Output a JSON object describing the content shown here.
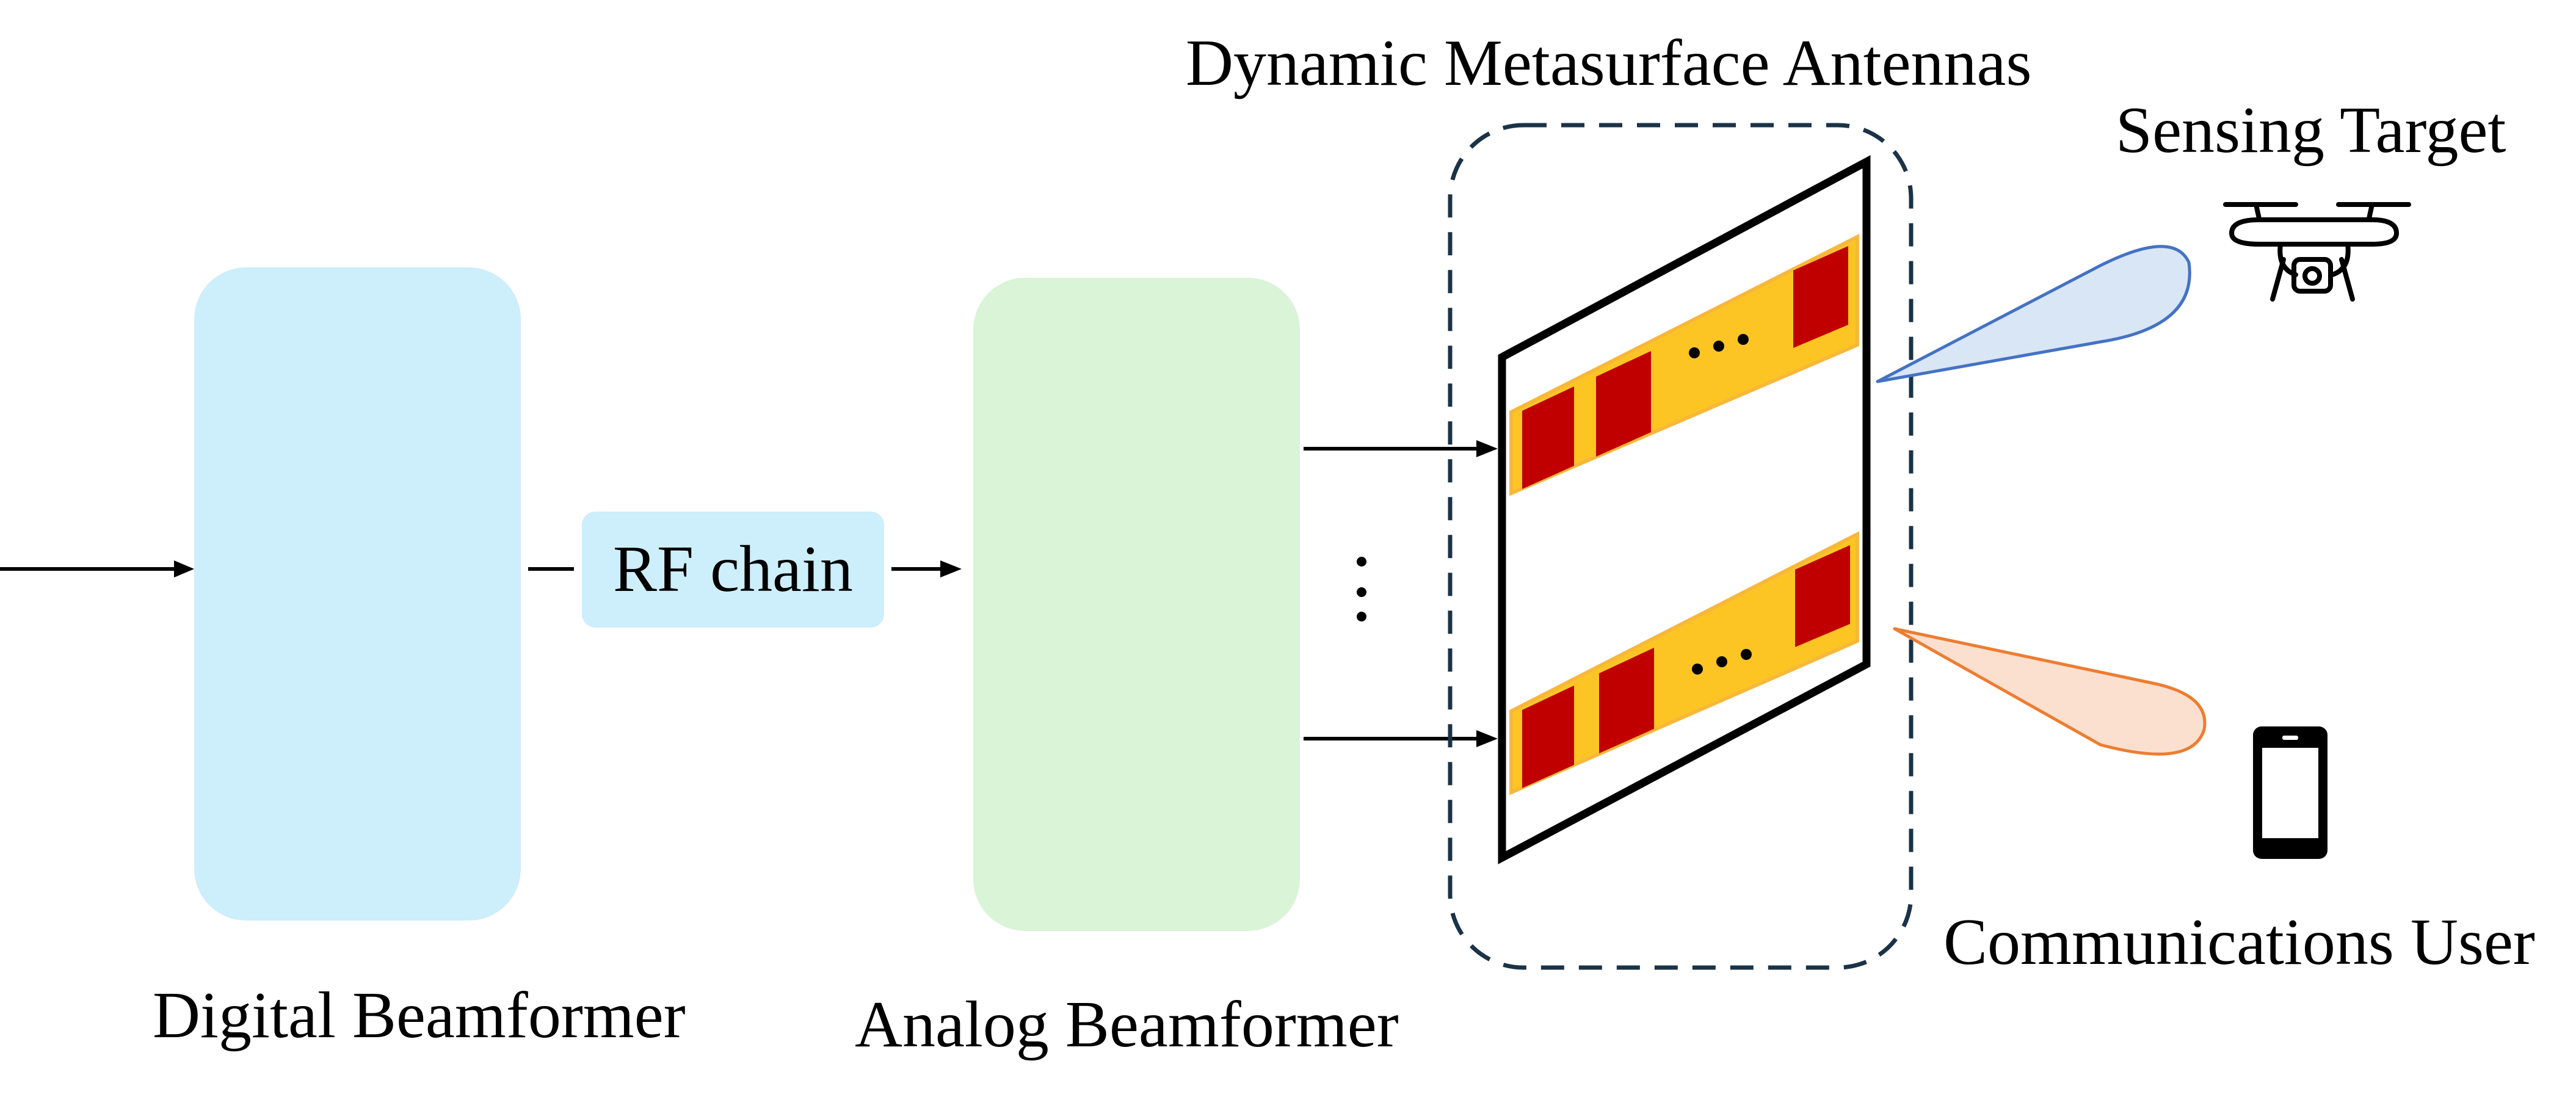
{
  "diagram": {
    "blocks": {
      "digital_beamformer": "Digital Beamformer",
      "rf_chain": "RF chain",
      "analog_beamformer": "Analog Beamformer"
    },
    "antenna_group": "Dynamic Metasurface Antennas",
    "targets": {
      "sensing": "Sensing Target",
      "communications": "Communications User"
    },
    "colors": {
      "digital_block": "#cdeefb",
      "rf_block": "#cdeefb",
      "analog_block": "#d9f4d7",
      "microstrip": "#fdc524",
      "element": "#c00000",
      "dashed_box": "#1b3347",
      "sensing_beam_fill": "#d9e6f5",
      "sensing_beam_stroke": "#4472c4",
      "comm_beam_fill": "#fbe0d0",
      "comm_beam_stroke": "#ed7d31"
    },
    "icons": [
      "drone-icon",
      "smartphone-icon"
    ]
  }
}
